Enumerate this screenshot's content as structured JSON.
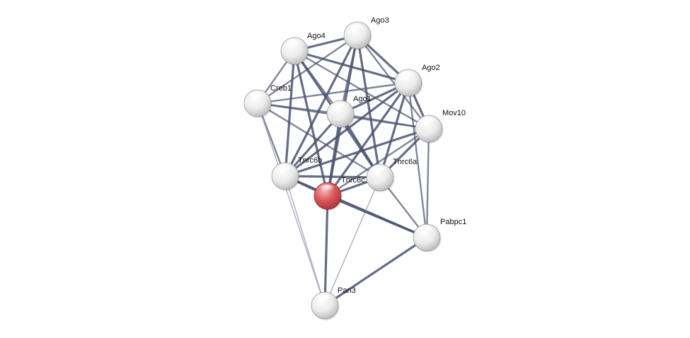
{
  "network": {
    "query_protein": "Tnrc6c",
    "colors": {
      "query_node": "#d9595c",
      "default_node": "#f2f2f2",
      "edge": "#4a5270",
      "edge_light": "#9aa0b5"
    },
    "nodes": [
      {
        "id": "ago3",
        "label": "Ago3",
        "type": "default"
      },
      {
        "id": "ago4",
        "label": "Ago4",
        "type": "default"
      },
      {
        "id": "ago2",
        "label": "Ago2",
        "type": "default"
      },
      {
        "id": "creb1",
        "label": "Creb1",
        "type": "default"
      },
      {
        "id": "ago1",
        "label": "Ago1",
        "type": "default"
      },
      {
        "id": "mov10",
        "label": "Mov10",
        "type": "default"
      },
      {
        "id": "tnrc6b",
        "label": "Tnrc6b",
        "type": "default"
      },
      {
        "id": "tnrc6a",
        "label": "Tnrc6a",
        "type": "default"
      },
      {
        "id": "tnrc6c",
        "label": "Tnrc6c",
        "type": "query"
      },
      {
        "id": "pabpc1",
        "label": "Pabpc1",
        "type": "default"
      },
      {
        "id": "pan3",
        "label": "Pan3",
        "type": "default"
      }
    ],
    "edges": [
      {
        "source": "ago4",
        "target": "ago3",
        "strength": "strong"
      },
      {
        "source": "ago4",
        "target": "ago2",
        "strength": "strong"
      },
      {
        "source": "ago4",
        "target": "creb1",
        "strength": "medium"
      },
      {
        "source": "ago4",
        "target": "ago1",
        "strength": "medium"
      },
      {
        "source": "ago4",
        "target": "mov10",
        "strength": "medium"
      },
      {
        "source": "ago4",
        "target": "tnrc6b",
        "strength": "strong"
      },
      {
        "source": "ago4",
        "target": "tnrc6a",
        "strength": "strong"
      },
      {
        "source": "ago4",
        "target": "tnrc6c",
        "strength": "strong"
      },
      {
        "source": "ago3",
        "target": "ago2",
        "strength": "strong"
      },
      {
        "source": "ago3",
        "target": "creb1",
        "strength": "medium"
      },
      {
        "source": "ago3",
        "target": "ago1",
        "strength": "medium"
      },
      {
        "source": "ago3",
        "target": "mov10",
        "strength": "medium"
      },
      {
        "source": "ago3",
        "target": "tnrc6b",
        "strength": "strong"
      },
      {
        "source": "ago3",
        "target": "tnrc6a",
        "strength": "strong"
      },
      {
        "source": "ago3",
        "target": "tnrc6c",
        "strength": "strong"
      },
      {
        "source": "ago2",
        "target": "creb1",
        "strength": "medium"
      },
      {
        "source": "ago2",
        "target": "ago1",
        "strength": "strong"
      },
      {
        "source": "ago2",
        "target": "mov10",
        "strength": "strong"
      },
      {
        "source": "ago2",
        "target": "tnrc6b",
        "strength": "strong"
      },
      {
        "source": "ago2",
        "target": "tnrc6a",
        "strength": "strong"
      },
      {
        "source": "ago2",
        "target": "tnrc6c",
        "strength": "strong"
      },
      {
        "source": "ago2",
        "target": "pabpc1",
        "strength": "medium"
      },
      {
        "source": "creb1",
        "target": "ago1",
        "strength": "medium"
      },
      {
        "source": "creb1",
        "target": "tnrc6b",
        "strength": "medium"
      },
      {
        "source": "creb1",
        "target": "tnrc6a",
        "strength": "medium"
      },
      {
        "source": "creb1",
        "target": "pan3",
        "strength": "weak"
      },
      {
        "source": "creb1",
        "target": "mov10",
        "strength": "medium"
      },
      {
        "source": "ago1",
        "target": "tnrc6b",
        "strength": "strong"
      },
      {
        "source": "ago1",
        "target": "tnrc6a",
        "strength": "strong"
      },
      {
        "source": "ago1",
        "target": "tnrc6c",
        "strength": "strong"
      },
      {
        "source": "ago1",
        "target": "mov10",
        "strength": "medium"
      },
      {
        "source": "mov10",
        "target": "tnrc6b",
        "strength": "strong"
      },
      {
        "source": "mov10",
        "target": "tnrc6a",
        "strength": "strong"
      },
      {
        "source": "mov10",
        "target": "tnrc6c",
        "strength": "medium"
      },
      {
        "source": "mov10",
        "target": "pabpc1",
        "strength": "medium"
      },
      {
        "source": "tnrc6b",
        "target": "tnrc6a",
        "strength": "strong"
      },
      {
        "source": "tnrc6b",
        "target": "tnrc6c",
        "strength": "strong"
      },
      {
        "source": "tnrc6b",
        "target": "pan3",
        "strength": "weak"
      },
      {
        "source": "tnrc6b",
        "target": "pabpc1",
        "strength": "strong"
      },
      {
        "source": "tnrc6a",
        "target": "tnrc6c",
        "strength": "strong"
      },
      {
        "source": "tnrc6a",
        "target": "pabpc1",
        "strength": "medium"
      },
      {
        "source": "tnrc6a",
        "target": "pan3",
        "strength": "weak"
      },
      {
        "source": "tnrc6c",
        "target": "pabpc1",
        "strength": "strong"
      },
      {
        "source": "tnrc6c",
        "target": "pan3",
        "strength": "strong"
      },
      {
        "source": "pabpc1",
        "target": "pan3",
        "strength": "strong"
      }
    ]
  }
}
